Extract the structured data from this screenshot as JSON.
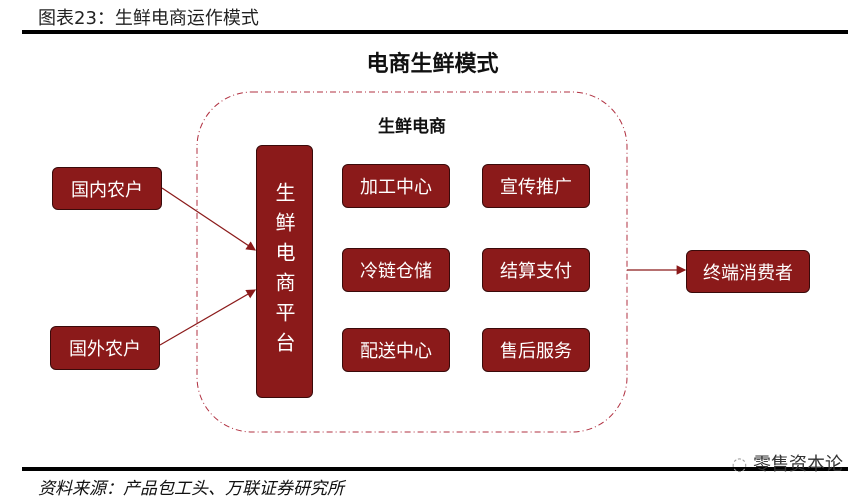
{
  "figure_title": "图表23：生鲜电商运作模式",
  "diagram_title": "电商生鲜模式",
  "group_title": "生鲜电商",
  "sources": [
    "国内农户",
    "国外农户"
  ],
  "platform": "生鲜电商平台",
  "services": [
    "加工中心",
    "宣传推广",
    "冷链仓储",
    "结算支付",
    "配送中心",
    "售后服务"
  ],
  "consumer": "终端消费者",
  "source_note": "资料来源：产品包工头、万联证券研究所",
  "watermark": "零售资本论",
  "colors": {
    "box": "#8b1a1a",
    "dashed": "#b03040"
  }
}
